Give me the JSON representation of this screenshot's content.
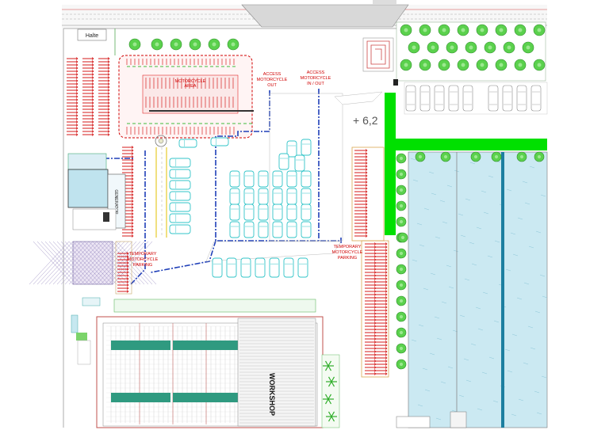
{
  "labels": {
    "halte": "Halte",
    "motor_area_l1": "MOTORCYCLE",
    "motor_area_l2": "AREA",
    "access_out_l1": "ACCESS",
    "access_out_l2": "MOTORCYCLE",
    "access_out_l3": "OUT",
    "access_inout_l1": "ACCESS",
    "access_inout_l2": "MOTORCYCLE",
    "access_inout_l3": "IN / OUT",
    "elevation": "+ 6,2",
    "generator": "GENERATOR",
    "temp_left_l1": "TEMPORARY",
    "temp_left_l2": "MOTORCYCLE",
    "temp_left_l3": "PARKING",
    "temp_right_l1": "TEMPORARY",
    "temp_right_l2": "MOTORCYCLE",
    "temp_right_l3": "PARKING",
    "workshop": "WORKSHOP"
  },
  "colors": {
    "tree": "#5bd14d",
    "green_wall": "#00e000",
    "water": "#c6e8f0",
    "parking_blue": "#1f3fb8",
    "motor_red": "#d00000",
    "car_cyan": "#31c4c8"
  }
}
